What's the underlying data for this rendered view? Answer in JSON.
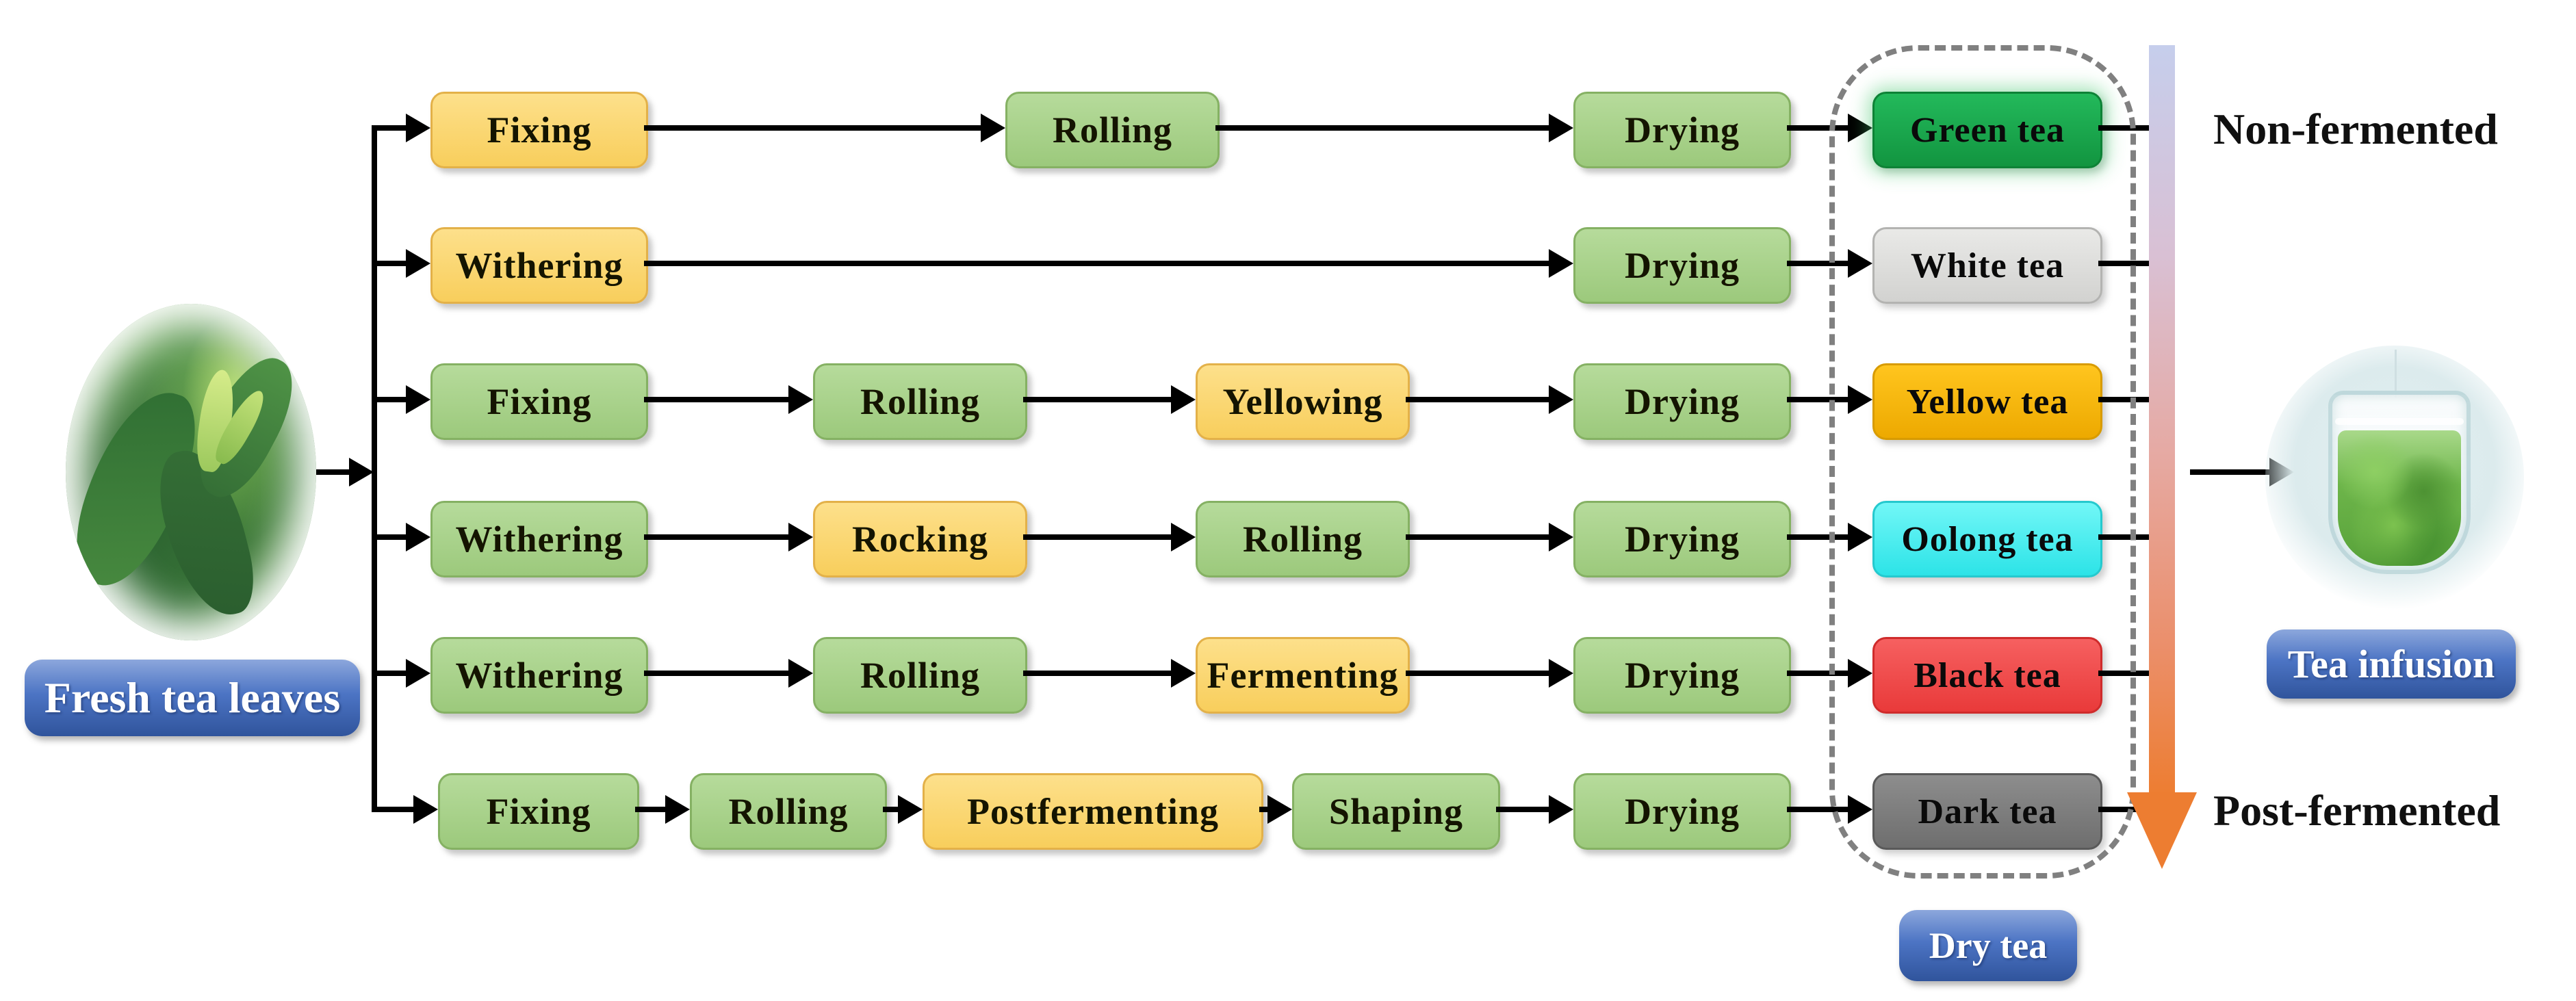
{
  "figure": {
    "description": "Tea processing flow diagram from fresh tea leaves to six tea types and tea infusion"
  },
  "source": {
    "label": "Fresh tea leaves",
    "image": "fresh-tea-leaves-photo"
  },
  "sink": {
    "label": "Tea infusion",
    "image": "tea-infusion-glass-photo"
  },
  "dry_tea": {
    "label": "Dry tea"
  },
  "annotations": {
    "non_fermented": "Non-fermented",
    "post_fermented": "Post-fermented"
  },
  "rows": [
    {
      "tea": {
        "label": "Green tea",
        "style": "green_tea"
      },
      "steps": [
        {
          "label": "Fixing",
          "style": "yellow"
        },
        {
          "label": "Rolling",
          "style": "green"
        },
        {
          "label": "Drying",
          "style": "green"
        }
      ]
    },
    {
      "tea": {
        "label": "White tea",
        "style": "white_tea"
      },
      "steps": [
        {
          "label": "Withering",
          "style": "yellow"
        },
        {
          "label": "Drying",
          "style": "green"
        }
      ]
    },
    {
      "tea": {
        "label": "Yellow tea",
        "style": "yellow_tea"
      },
      "steps": [
        {
          "label": "Fixing",
          "style": "green"
        },
        {
          "label": "Rolling",
          "style": "green"
        },
        {
          "label": "Yellowing",
          "style": "yellow"
        },
        {
          "label": "Drying",
          "style": "green"
        }
      ]
    },
    {
      "tea": {
        "label": "Oolong tea",
        "style": "oolong_tea"
      },
      "steps": [
        {
          "label": "Withering",
          "style": "green"
        },
        {
          "label": "Rocking",
          "style": "yellow"
        },
        {
          "label": "Rolling",
          "style": "green"
        },
        {
          "label": "Drying",
          "style": "green"
        }
      ]
    },
    {
      "tea": {
        "label": "Black tea",
        "style": "black_tea"
      },
      "steps": [
        {
          "label": "Withering",
          "style": "green"
        },
        {
          "label": "Rolling",
          "style": "green"
        },
        {
          "label": "Fermenting",
          "style": "yellow"
        },
        {
          "label": "Drying",
          "style": "green"
        }
      ]
    },
    {
      "tea": {
        "label": "Dark tea",
        "style": "dark_tea"
      },
      "steps": [
        {
          "label": "Fixing",
          "style": "green"
        },
        {
          "label": "Rolling",
          "style": "green"
        },
        {
          "label": "Postfermenting",
          "style": "yellow"
        },
        {
          "label": "Shaping",
          "style": "green"
        },
        {
          "label": "Drying",
          "style": "green"
        }
      ]
    }
  ],
  "colors": {
    "green": {
      "bg": "#B6DB9B",
      "bg2": "#9CC97C",
      "border": "#85B163"
    },
    "yellow": {
      "bg": "#FDE08B",
      "bg2": "#F8CE5C",
      "border": "#E3B149"
    },
    "green_tea": {
      "bg": "#23B95B",
      "bg2": "#129540",
      "border": "#0E8236"
    },
    "white_tea": {
      "bg": "#E9E9E7",
      "bg2": "#D2D2D0",
      "border": "#B3B3B1"
    },
    "yellow_tea": {
      "bg": "#FFC51E",
      "bg2": "#EDA900",
      "border": "#D89B00"
    },
    "oolong_tea": {
      "bg": "#72F7F7",
      "bg2": "#2CE3E7",
      "border": "#25C9CE"
    },
    "black_tea": {
      "bg": "#F66060",
      "bg2": "#E93A3A",
      "border": "#CF2B2B"
    },
    "dark_tea": {
      "bg": "#8D8D8D",
      "bg2": "#6E6E6E",
      "border": "#595959"
    },
    "label_blue_top": "#8CA7DC",
    "label_blue_mid": "#4C74C4",
    "label_blue_bottom": "#30549C",
    "arrow": "#000000",
    "dashed_border": "#808080",
    "ferment_gradient": [
      "#C6CEEC",
      "#D9C0D4",
      "#E6A9A2",
      "#EB8F6B",
      "#ED7D31"
    ]
  }
}
